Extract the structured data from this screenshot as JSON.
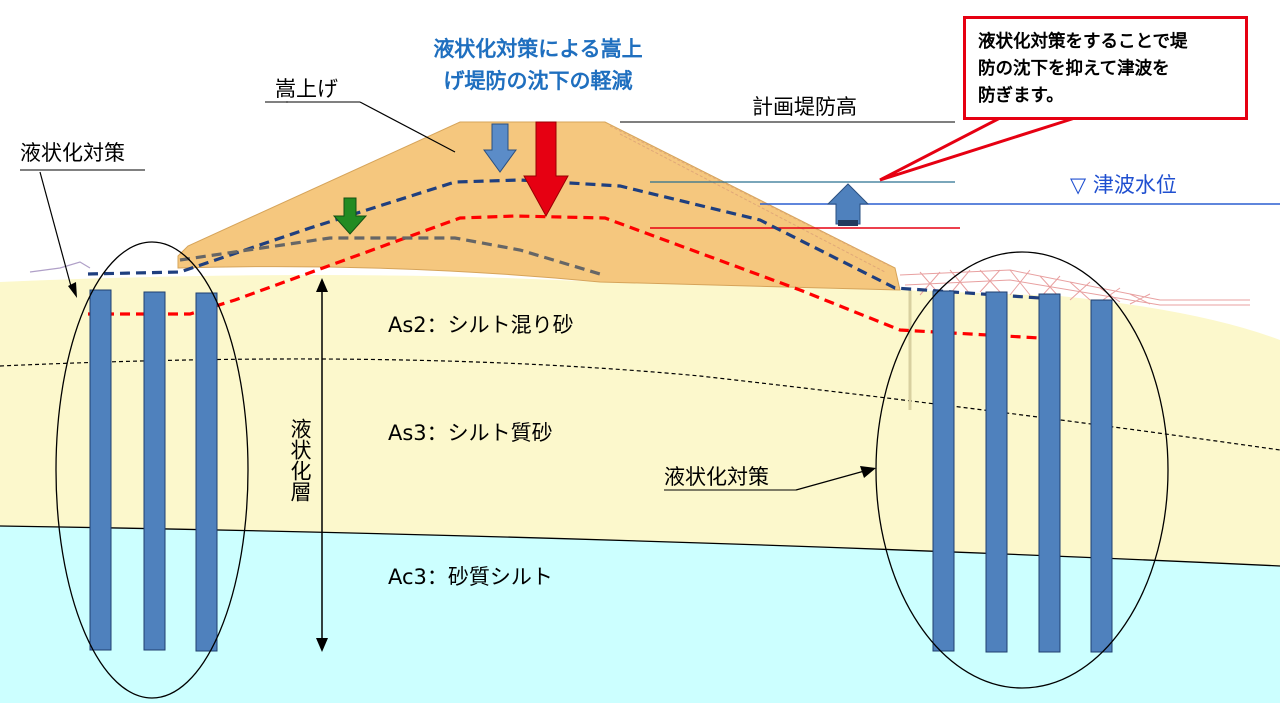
{
  "labels": {
    "embankment_raise": "嵩上げ",
    "reduction_title_line1": "液状化対策による嵩上",
    "reduction_title_line2": "げ堤防の沈下の軽減",
    "planned_height": "計画堤防高",
    "tsunami_level": "▽ 津波水位",
    "countermeasure_left": "液状化対策",
    "countermeasure_right": "液状化対策",
    "liquefaction_layer": "液状化層",
    "layer_as2": "As2：シルト混り砂",
    "layer_as3": "As3：シルト質砂",
    "layer_ac3": "Ac3：砂質シルト"
  },
  "callout": {
    "line1": "液状化対策をすることで堤",
    "line2": "防の沈下を抑えて津波を",
    "line3": "防ぎます。"
  },
  "colors": {
    "embankment": "#f5c77e",
    "sand_layer": "#fcf8cc",
    "silt_layer": "#ccffff",
    "pile": "#4f81bd",
    "settlement_large": "#ff0000",
    "settlement_reduced": "#1f3f7f",
    "settlement_small": "#666666",
    "green_arrow": "#228b22",
    "callout_border": "#e60012",
    "title_blue": "#1f6fbf",
    "tsunami_blue": "#1f4fd0"
  }
}
